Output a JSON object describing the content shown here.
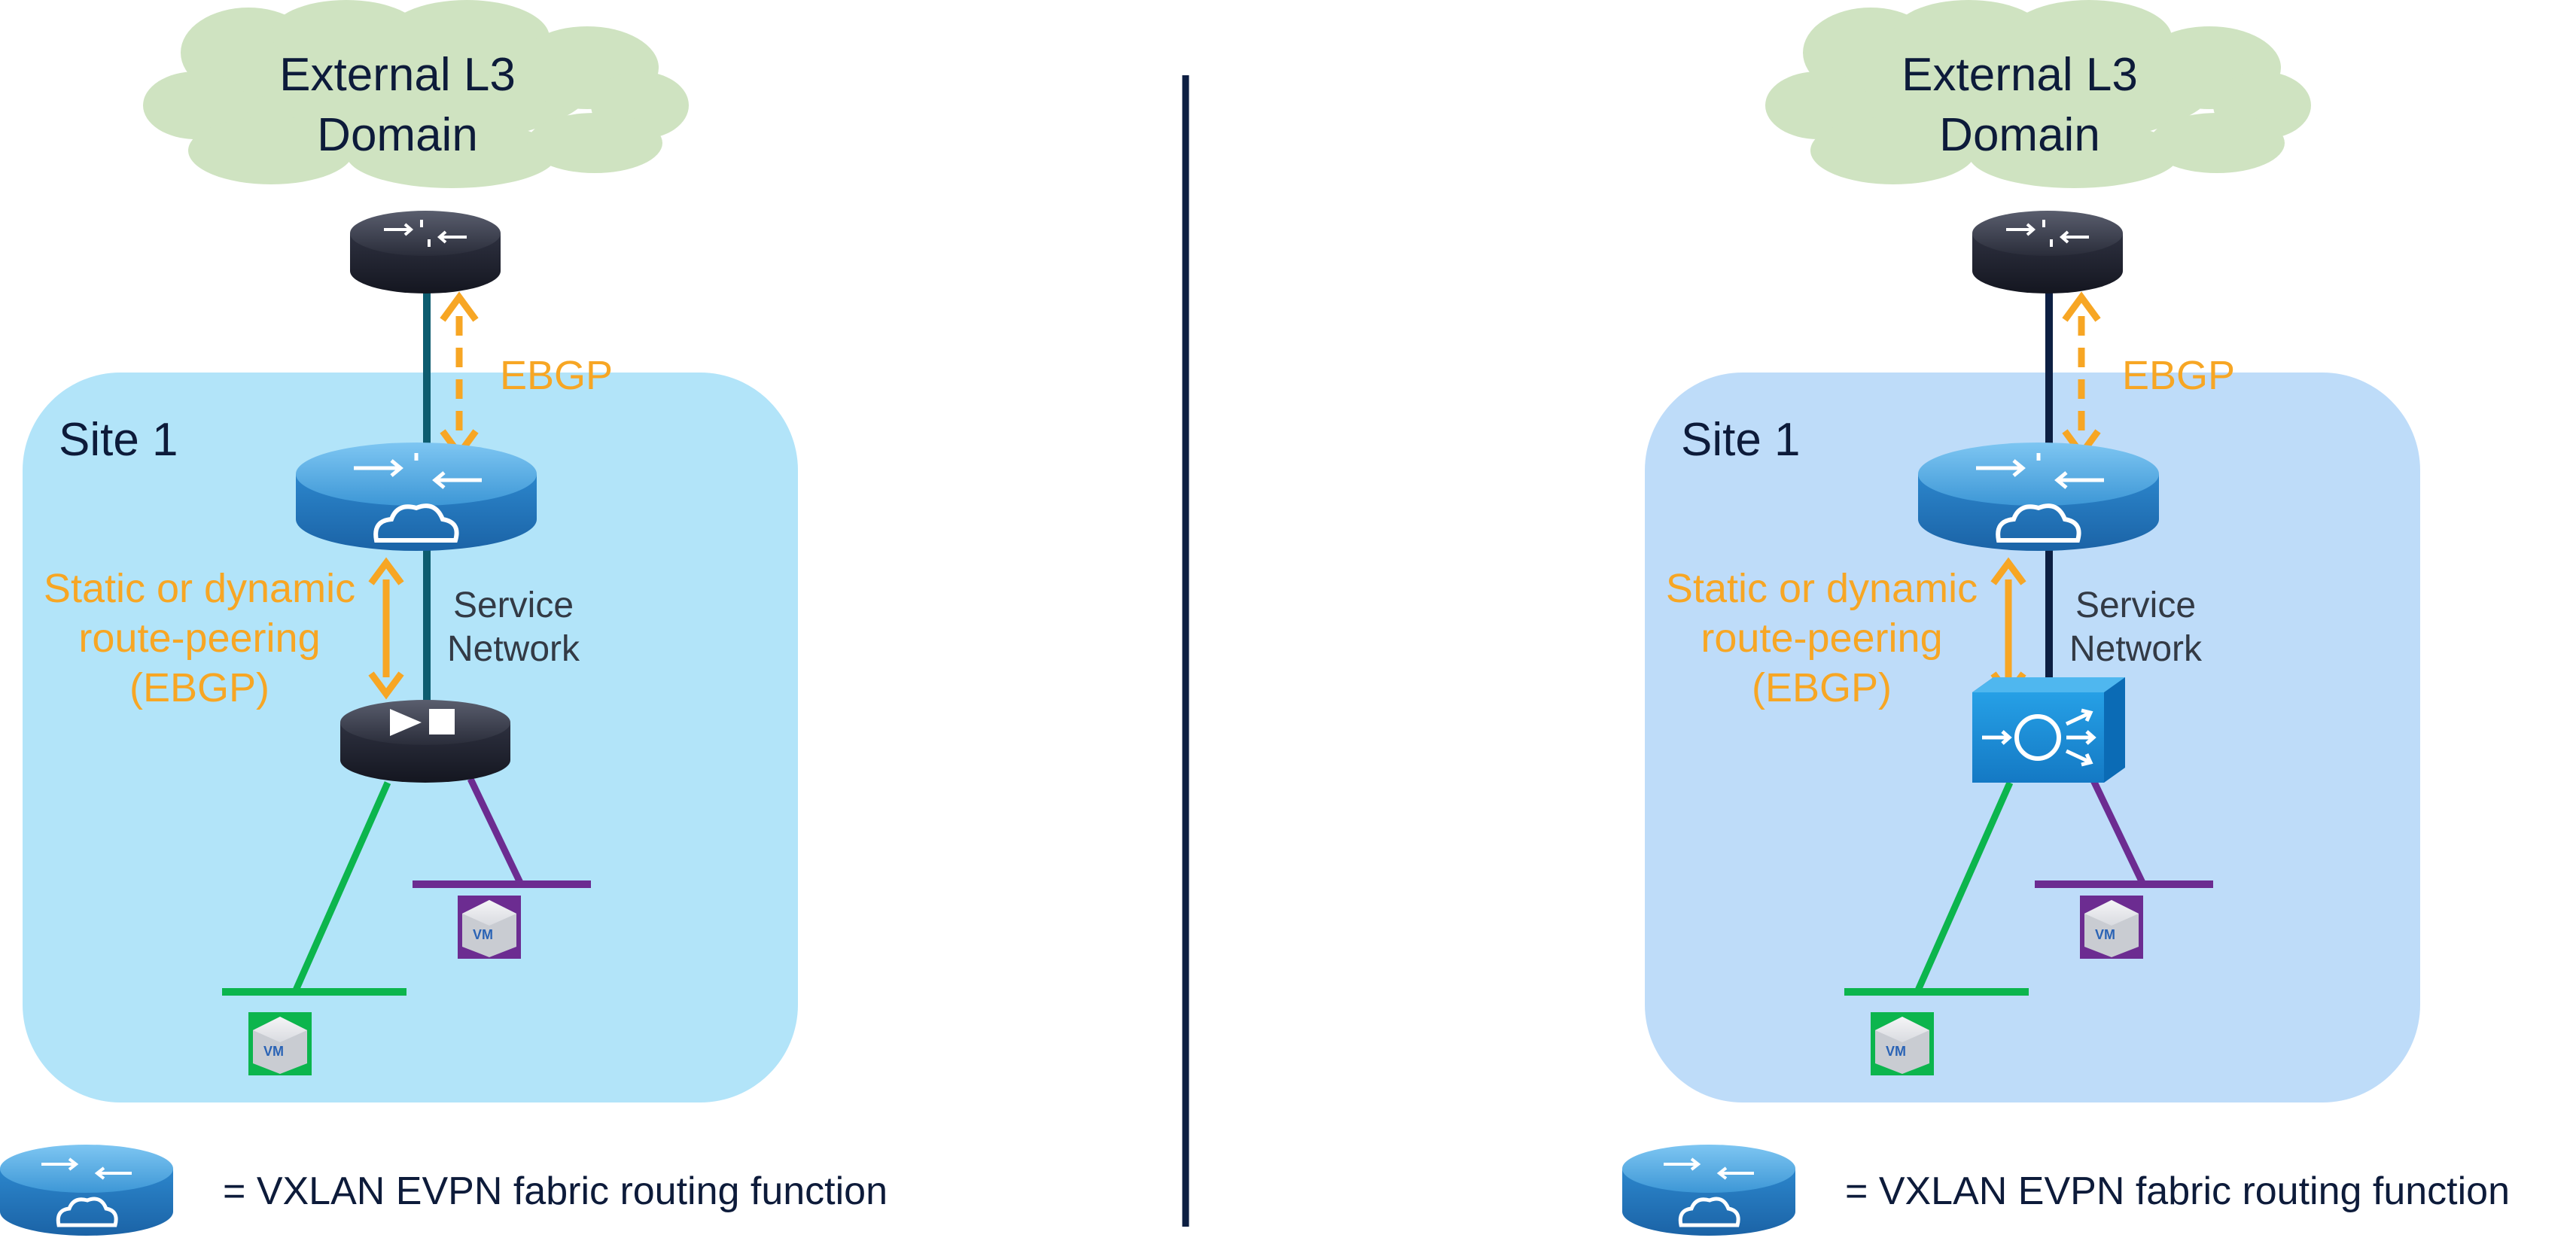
{
  "panels": [
    {
      "cloud_line1": "External L3",
      "cloud_line2": "Domain",
      "site_label": "Site 1",
      "ebgp_label": "EBGP",
      "peering_line1": "Static or dynamic",
      "peering_line2": "route-peering",
      "peering_line3": "(EBGP)",
      "service_line1": "Service",
      "service_line2": "Network",
      "service_node_icon": "load-balancer-icon",
      "vm_label": "VM",
      "legend_text": "= VXLAN EVPN fabric routing function"
    },
    {
      "cloud_line1": "External L3",
      "cloud_line2": "Domain",
      "site_label": "Site 1",
      "ebgp_label": "EBGP",
      "peering_line1": "Static or dynamic",
      "peering_line2": "route-peering",
      "peering_line3": "(EBGP)",
      "service_line1": "Service",
      "service_line2": "Network",
      "service_node_icon": "firewall-appliance-icon",
      "vm_label": "VM",
      "legend_text": "= VXLAN EVPN fabric routing function"
    }
  ],
  "colors": {
    "cloud": "#cfe3c1",
    "site_bg_left": "#b2e4f9",
    "site_bg_right": "#bedcf9",
    "orange": "#f7a624",
    "green": "#0cb54d",
    "purple": "#6c2c91",
    "divider": "#0d1f42"
  }
}
